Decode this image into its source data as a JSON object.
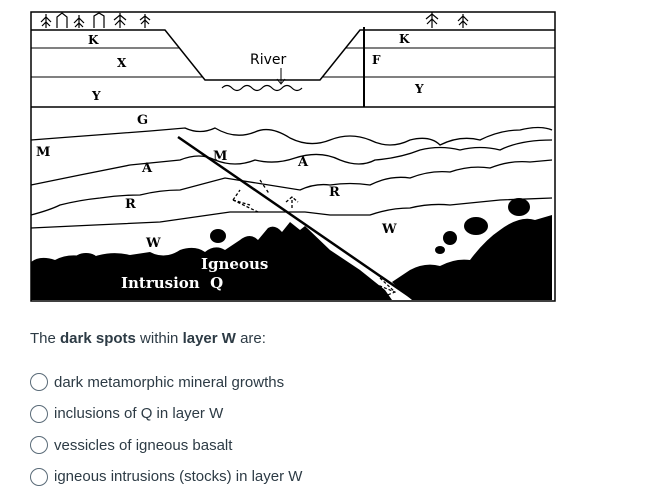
{
  "diagram": {
    "labels": {
      "k_left": "K",
      "x": "X",
      "y_left": "Y",
      "river": "River",
      "f": "F",
      "k_right": "K",
      "y_right": "Y",
      "m_left": "M",
      "g": "G",
      "m_mid": "M",
      "a_left": "A",
      "a_right": "A",
      "r_left": "R",
      "r_right": "R",
      "w_left": "W",
      "w_right": "W",
      "igneous": "Igneous",
      "intrusion_q": "Intrusion  Q"
    }
  },
  "question": {
    "prefix": "The ",
    "bold1": "dark spots",
    "middle": " within ",
    "bold2": "layer W",
    "suffix": " are:"
  },
  "options": [
    "dark metamorphic mineral growths",
    "inclusions of Q in layer W",
    "vessicles of igneous basalt",
    "igneous intrusions (stocks) in layer W"
  ]
}
